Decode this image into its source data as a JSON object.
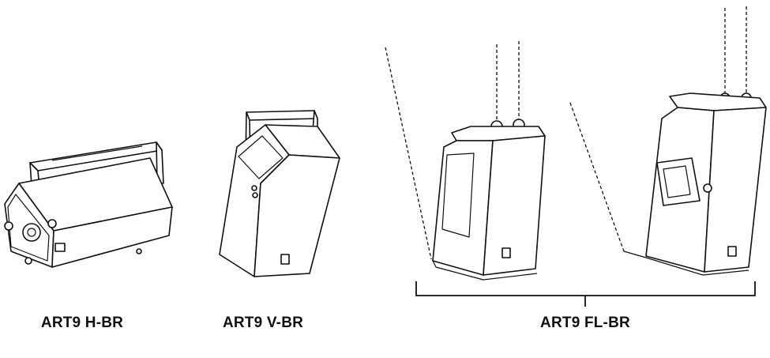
{
  "labels": {
    "h": "ART9 H-BR",
    "v": "ART9 V-BR",
    "fl": "ART9 FL-BR"
  }
}
